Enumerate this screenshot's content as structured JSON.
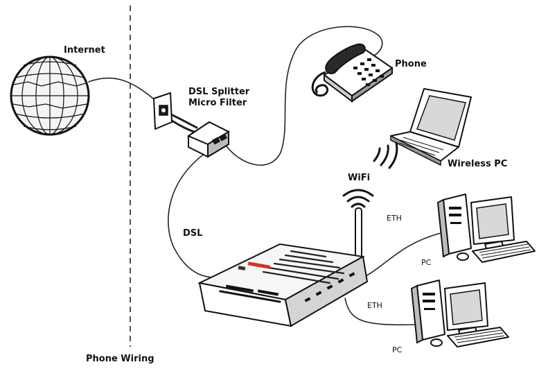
{
  "labels": {
    "internet": "Internet",
    "splitter_line1": "DSL Splitter",
    "splitter_line2": "Micro Filter",
    "phone": "Phone",
    "wireless_pc": "Wireless PC",
    "wifi": "WiFi",
    "dsl": "DSL",
    "eth_upper": "ETH",
    "eth_lower": "ETH",
    "pc_upper": "PC",
    "pc_lower": "PC",
    "phone_wiring": "Phone Wiring"
  },
  "colors": {
    "line": "#111111",
    "router_accent": "#d9301f"
  }
}
